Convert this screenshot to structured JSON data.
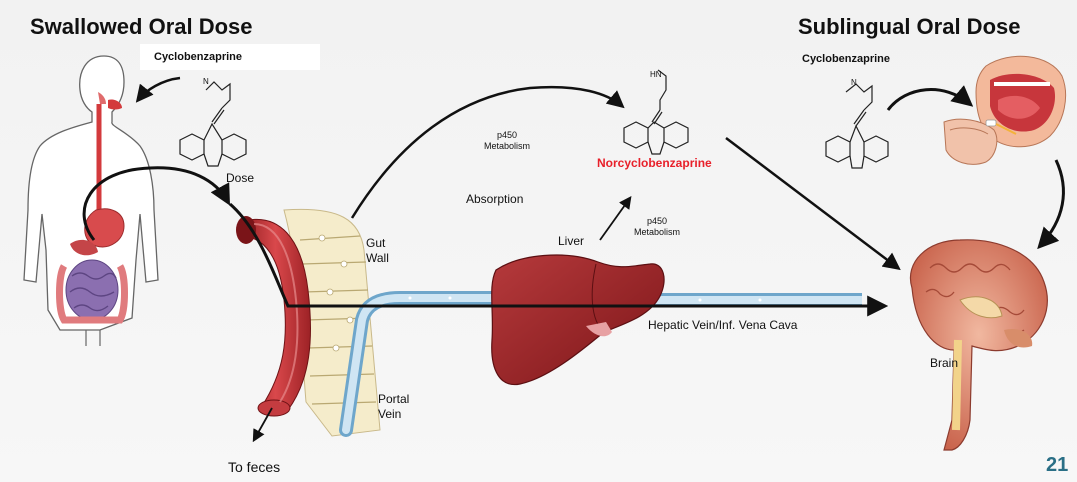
{
  "titles": {
    "swallowed": "Swallowed Oral Dose",
    "sublingual": "Sublingual Oral Dose"
  },
  "labels": {
    "cyclobenzaprine_left": "Cyclobenzaprine",
    "cyclobenzaprine_right": "Cyclobenzaprine",
    "dose": "Dose",
    "p450_upper_1": "p450",
    "p450_upper_2": "Metabolism",
    "norcyclobenzaprine": "Norcyclobenzaprine",
    "absorption": "Absorption",
    "gut_wall_1": "Gut",
    "gut_wall_2": "Wall",
    "liver": "Liver",
    "p450_lower_1": "p450",
    "p450_lower_2": "Metabolism",
    "hepatic_vein": "Hepatic Vein/Inf. Vena Cava",
    "portal_vein_1": "Portal",
    "portal_vein_2": "Vein",
    "to_feces": "To feces",
    "brain": "Brain",
    "nh_label": "HN",
    "n_label_left": "N",
    "n_label_right": "N"
  },
  "page_number": "21",
  "colors": {
    "accent_red": "#e8202a",
    "page_number": "#2a6f86",
    "tissue_red": "#b52a2e",
    "vein_blue": "#a9cfe6"
  },
  "icons": [
    "human-body-icon",
    "molecule-icon",
    "intestine-wall-icon",
    "liver-icon",
    "brain-icon",
    "mouth-icon",
    "tablet-hand-icon"
  ]
}
